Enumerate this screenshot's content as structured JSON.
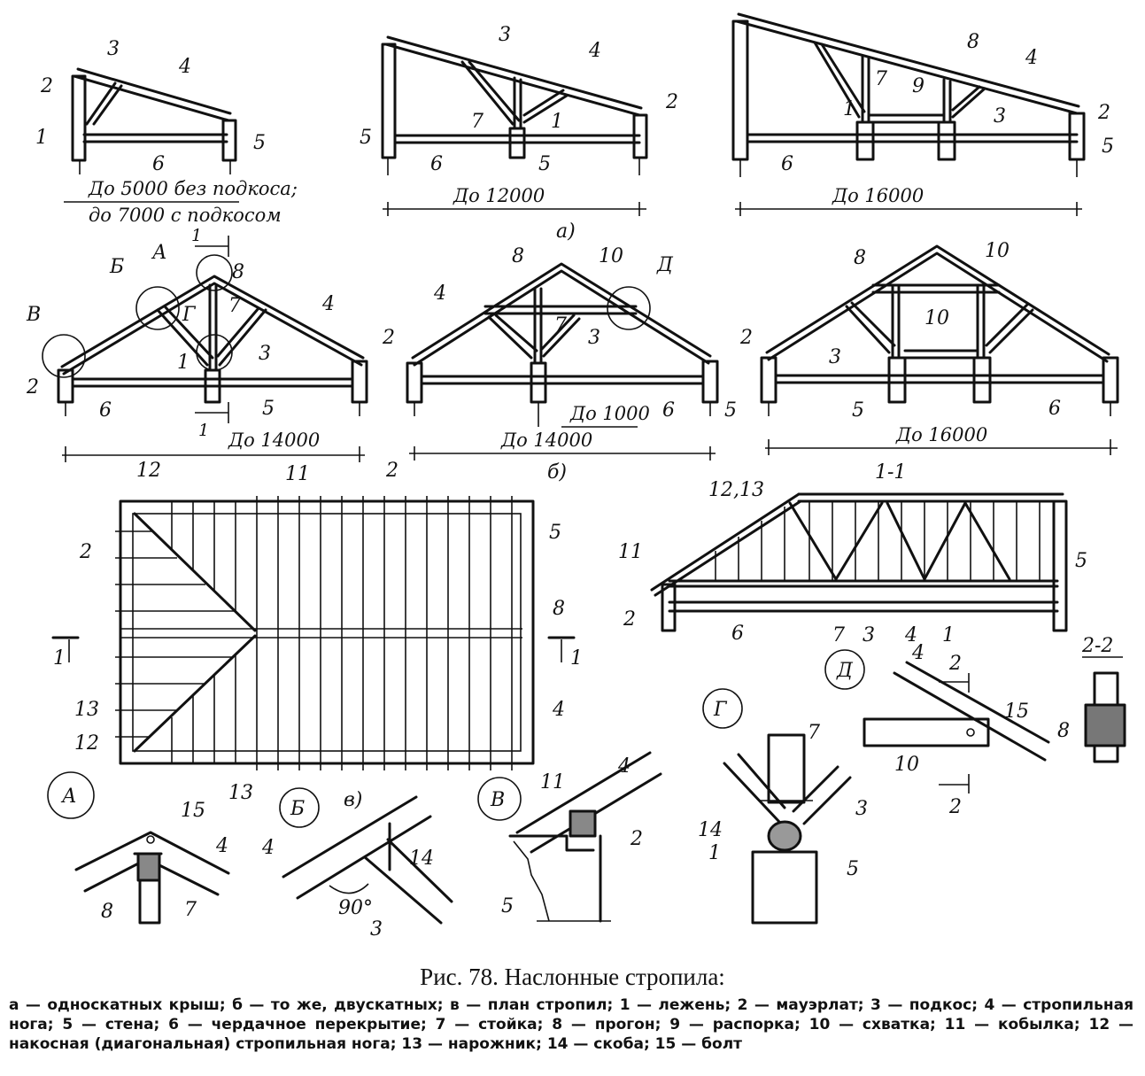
{
  "figure": {
    "caption": "Рис. 78. Наслонные стропила:",
    "legend": "а — односкатных крыш; б — то же, двускатных; в — план стропил; 1 — лежень; 2 — мауэрлат; 3 — подкос; 4 — стропильная нога; 5 — стена; 6 — чердачное перекрытие; 7 — стойка; 8 — прогон; 9 — распорка; 10 — схватка; 11 — кобылка; 12 — накосная (диагональная) стропильная нога; 13 — нарожник; 14 — скоба; 15 — болт"
  },
  "dimensions": {
    "d1_line1": "До 5000 без подкоса;",
    "d1_line2": "до 7000 с подкосом",
    "d2": "До 12000",
    "d3": "До 16000",
    "d4": "До 14000",
    "d5a": "До 1000",
    "d5b": "До 14000",
    "d6": "До 16000"
  },
  "group_labels": {
    "a": "а)",
    "b": "б)",
    "v": "в)",
    "section_1_1": "1-1",
    "section_2_2": "2-2"
  },
  "detail_labels": {
    "A": "А",
    "B": "Б",
    "V": "В",
    "G": "Г",
    "D": "Д"
  },
  "part_numbers": [
    "1",
    "2",
    "3",
    "4",
    "5",
    "6",
    "7",
    "8",
    "9",
    "10",
    "11",
    "12",
    "13",
    "14",
    "15",
    "12,13"
  ],
  "angle_label": "90°"
}
